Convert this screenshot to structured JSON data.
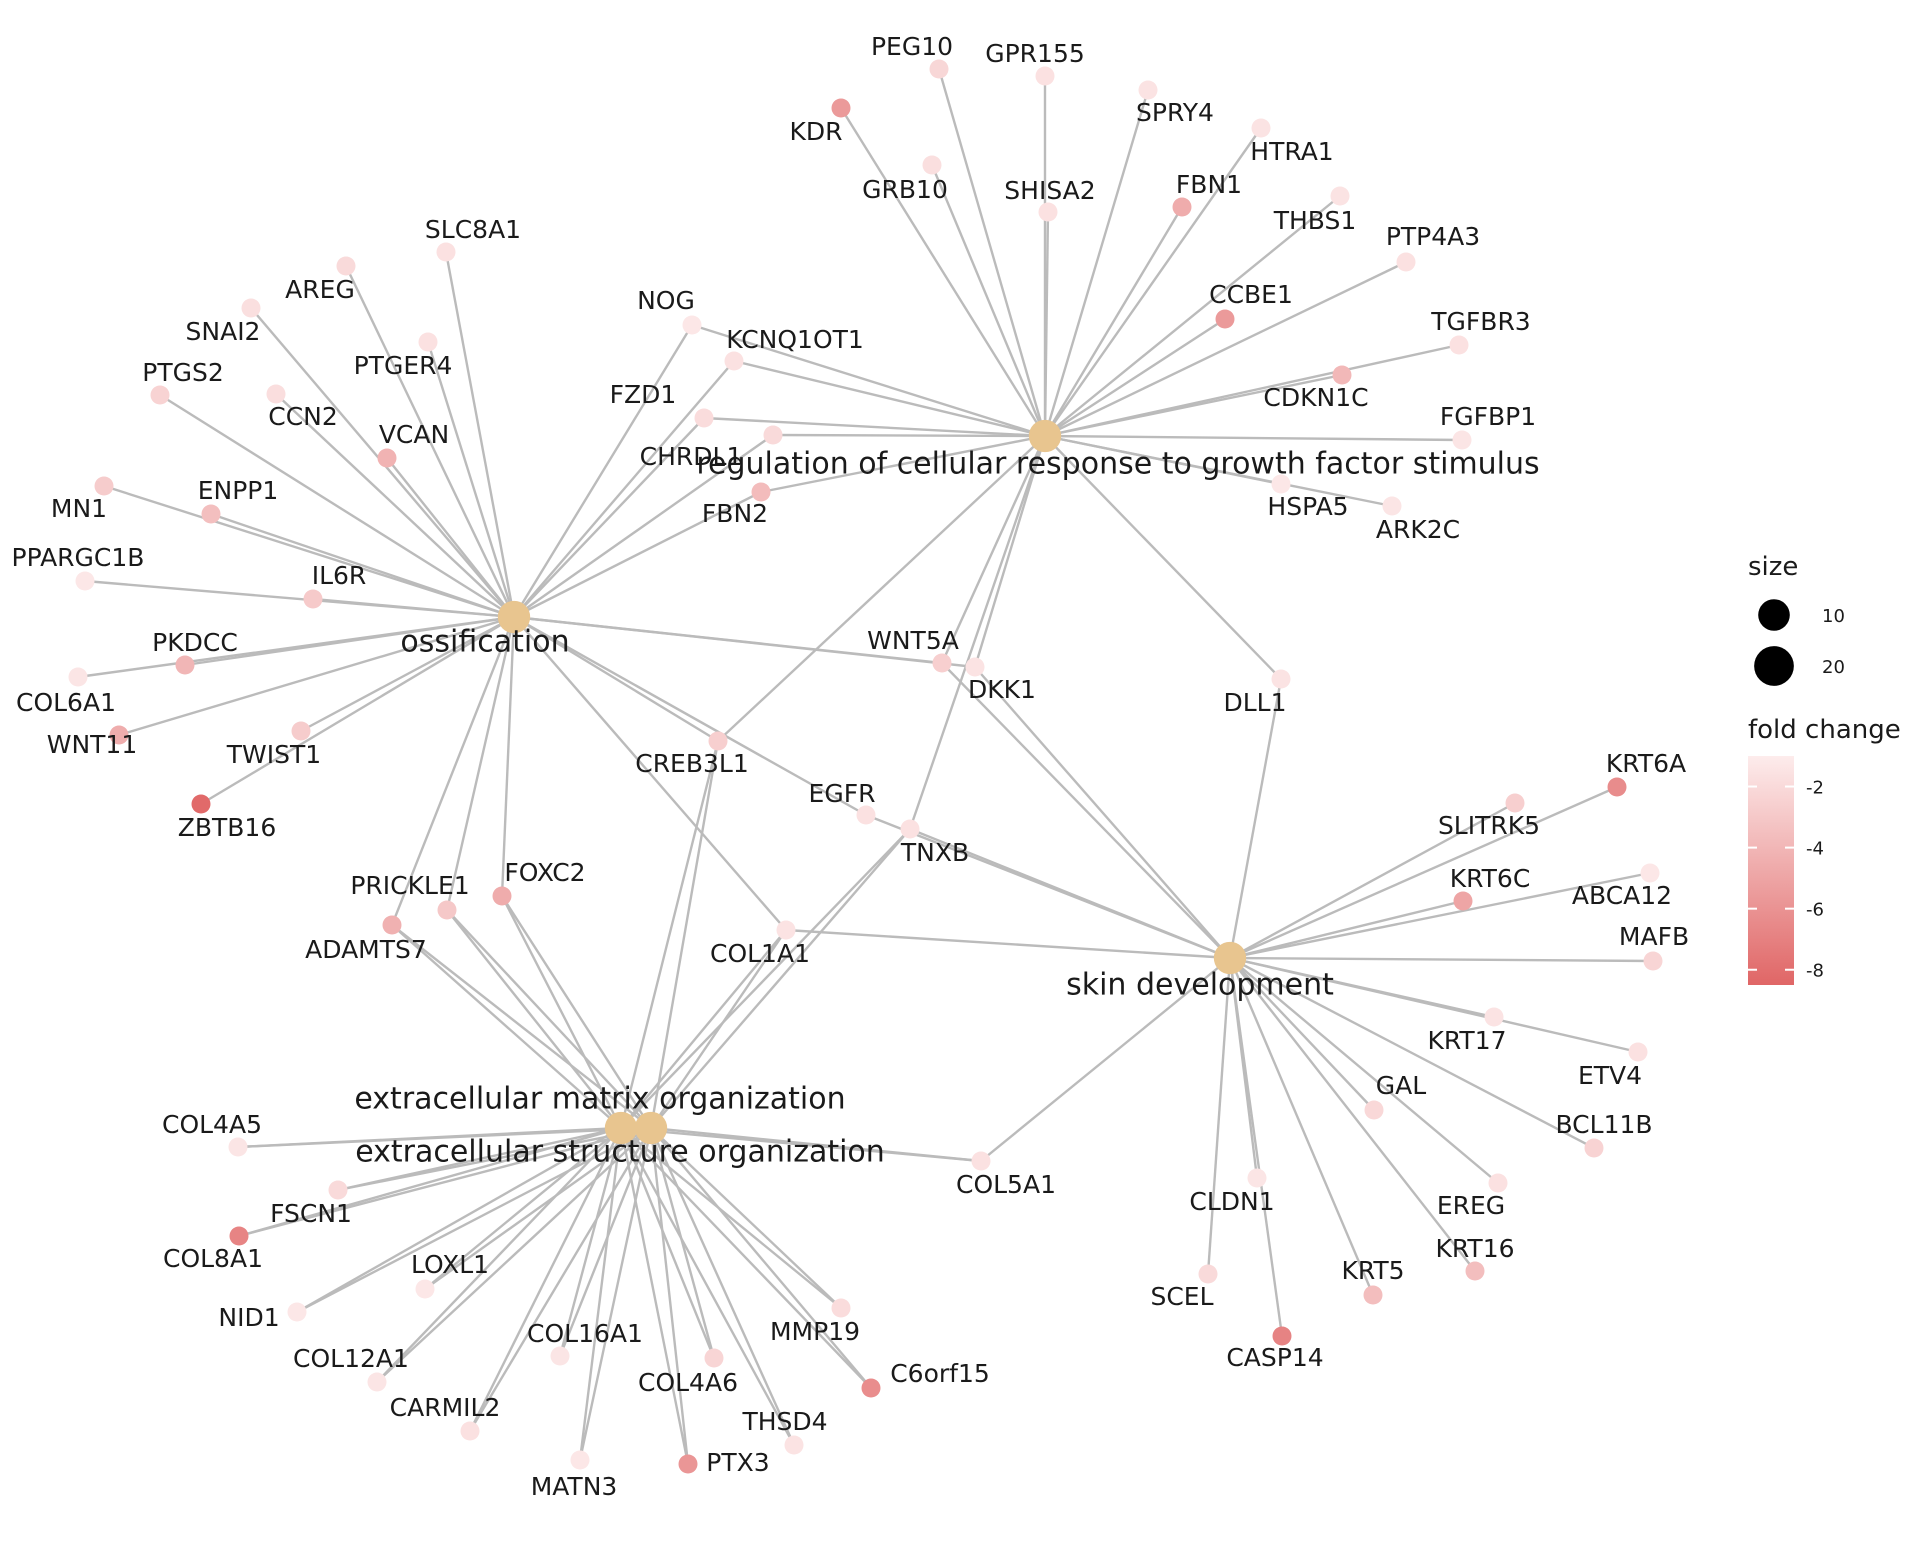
{
  "legend": {
    "size_title": "size",
    "size_items": [
      {
        "label": "10",
        "size": 10
      },
      {
        "label": "20",
        "size": 20
      }
    ],
    "color_title": "fold change",
    "color_min": -8.5,
    "color_max": -1,
    "color_ticks": [
      {
        "label": "-2",
        "value": -2
      },
      {
        "label": "-4",
        "value": -4
      },
      {
        "label": "-6",
        "value": -6
      },
      {
        "label": "-8",
        "value": -8
      }
    ],
    "color_low": "#E06666",
    "color_high": "#FDECEC",
    "term_color": "#E8C58F",
    "edge_color": "#BBBBBB"
  },
  "terms": [
    {
      "id": "ossification",
      "label": "ossification",
      "size": 24
    },
    {
      "id": "growth",
      "label": "regulation of cellular response to growth factor stimulus",
      "size": 24
    },
    {
      "id": "skin",
      "label": "skin development",
      "size": 24
    },
    {
      "id": "ecm",
      "label": "extracellular matrix organization",
      "size": 24
    },
    {
      "id": "ecs",
      "label": "extracellular structure organization",
      "size": 24
    }
  ],
  "genes": [
    {
      "label": "SLC8A1",
      "fc": -1.6,
      "terms": [
        "ossification"
      ]
    },
    {
      "label": "AREG",
      "fc": -2.0,
      "terms": [
        "ossification"
      ]
    },
    {
      "label": "SNAI2",
      "fc": -1.7,
      "terms": [
        "ossification"
      ]
    },
    {
      "label": "PTGER4",
      "fc": -1.6,
      "terms": [
        "ossification"
      ]
    },
    {
      "label": "PTGS2",
      "fc": -2.4,
      "terms": [
        "ossification"
      ]
    },
    {
      "label": "CCN2",
      "fc": -1.8,
      "terms": [
        "ossification"
      ]
    },
    {
      "label": "VCAN",
      "fc": -4.2,
      "terms": [
        "ossification"
      ]
    },
    {
      "label": "MN1",
      "fc": -2.8,
      "terms": [
        "ossification"
      ]
    },
    {
      "label": "ENPP1",
      "fc": -3.5,
      "terms": [
        "ossification"
      ]
    },
    {
      "label": "PPARGC1B",
      "fc": -1.3,
      "terms": [
        "ossification"
      ]
    },
    {
      "label": "IL6R",
      "fc": -2.9,
      "terms": [
        "ossification"
      ]
    },
    {
      "label": "PKDCC",
      "fc": -4.0,
      "terms": [
        "ossification"
      ]
    },
    {
      "label": "COL6A1",
      "fc": -1.4,
      "terms": [
        "ossification"
      ]
    },
    {
      "label": "WNT11",
      "fc": -4.5,
      "terms": [
        "ossification"
      ]
    },
    {
      "label": "TWIST1",
      "fc": -2.8,
      "terms": [
        "ossification"
      ]
    },
    {
      "label": "ZBTB16",
      "fc": -8.3,
      "terms": [
        "ossification"
      ]
    },
    {
      "label": "NOG",
      "fc": -1.3,
      "terms": [
        "ossification",
        "growth"
      ]
    },
    {
      "label": "KCNQ1OT1",
      "fc": -1.6,
      "terms": [
        "ossification",
        "growth"
      ]
    },
    {
      "label": "FZD1",
      "fc": -1.9,
      "terms": [
        "ossification",
        "growth"
      ]
    },
    {
      "label": "CHRDL1",
      "fc": -2.0,
      "terms": [
        "ossification",
        "growth"
      ]
    },
    {
      "label": "FBN2",
      "fc": -3.7,
      "terms": [
        "ossification",
        "growth"
      ]
    },
    {
      "label": "WNT5A",
      "fc": -2.6,
      "terms": [
        "ossification",
        "growth",
        "skin"
      ]
    },
    {
      "label": "DKK1",
      "fc": -1.5,
      "terms": [
        "ossification",
        "growth",
        "skin"
      ]
    },
    {
      "label": "CREB3L1",
      "fc": -2.6,
      "terms": [
        "ossification",
        "growth",
        "ecm",
        "ecs"
      ]
    },
    {
      "label": "EGFR",
      "fc": -1.6,
      "terms": [
        "ossification",
        "skin"
      ]
    },
    {
      "label": "TNXB",
      "fc": -1.6,
      "terms": [
        "growth",
        "skin",
        "ecm",
        "ecs"
      ]
    },
    {
      "label": "COL1A1",
      "fc": -1.5,
      "terms": [
        "ossification",
        "skin",
        "ecm",
        "ecs"
      ]
    },
    {
      "label": "PRICKLE1",
      "fc": -3.0,
      "terms": [
        "ossification",
        "ecm",
        "ecs"
      ]
    },
    {
      "label": "FOXC2",
      "fc": -4.6,
      "terms": [
        "ossification",
        "ecm",
        "ecs"
      ]
    },
    {
      "label": "ADAMTS7",
      "fc": -4.3,
      "terms": [
        "ossification",
        "ecm",
        "ecs"
      ]
    },
    {
      "label": "PEG10",
      "fc": -2.2,
      "terms": [
        "growth"
      ]
    },
    {
      "label": "GPR155",
      "fc": -1.6,
      "terms": [
        "growth"
      ]
    },
    {
      "label": "SPRY4",
      "fc": -1.5,
      "terms": [
        "growth"
      ]
    },
    {
      "label": "KDR",
      "fc": -5.6,
      "terms": [
        "growth"
      ]
    },
    {
      "label": "HTRA1",
      "fc": -1.5,
      "terms": [
        "growth"
      ]
    },
    {
      "label": "GRB10",
      "fc": -1.7,
      "terms": [
        "growth"
      ]
    },
    {
      "label": "SHISA2",
      "fc": -1.6,
      "terms": [
        "growth"
      ]
    },
    {
      "label": "FBN1",
      "fc": -4.6,
      "terms": [
        "growth"
      ]
    },
    {
      "label": "THBS1",
      "fc": -1.5,
      "terms": [
        "growth"
      ]
    },
    {
      "label": "PTP4A3",
      "fc": -1.6,
      "terms": [
        "growth"
      ]
    },
    {
      "label": "CCBE1",
      "fc": -5.6,
      "terms": [
        "growth"
      ]
    },
    {
      "label": "TGFBR3",
      "fc": -1.6,
      "terms": [
        "growth"
      ]
    },
    {
      "label": "CDKN1C",
      "fc": -3.9,
      "terms": [
        "growth"
      ]
    },
    {
      "label": "FGFBP1",
      "fc": -1.4,
      "terms": [
        "growth"
      ]
    },
    {
      "label": "HSPA5",
      "fc": -1.3,
      "terms": [
        "growth"
      ]
    },
    {
      "label": "ARK2C",
      "fc": -1.4,
      "terms": [
        "growth"
      ]
    },
    {
      "label": "DLL1",
      "fc": -1.5,
      "terms": [
        "growth",
        "skin"
      ]
    },
    {
      "label": "SLITRK5",
      "fc": -2.6,
      "terms": [
        "skin"
      ]
    },
    {
      "label": "KRT6A",
      "fc": -6.4,
      "terms": [
        "skin"
      ]
    },
    {
      "label": "KRT6C",
      "fc": -5.0,
      "terms": [
        "skin"
      ]
    },
    {
      "label": "ABCA12",
      "fc": -1.3,
      "terms": [
        "skin"
      ]
    },
    {
      "label": "MAFB",
      "fc": -2.3,
      "terms": [
        "skin"
      ]
    },
    {
      "label": "KRT17",
      "fc": -1.5,
      "terms": [
        "skin"
      ]
    },
    {
      "label": "ETV4",
      "fc": -1.6,
      "terms": [
        "skin"
      ]
    },
    {
      "label": "GAL",
      "fc": -2.1,
      "terms": [
        "skin"
      ]
    },
    {
      "label": "BCL11B",
      "fc": -2.4,
      "terms": [
        "skin"
      ]
    },
    {
      "label": "EREG",
      "fc": -1.6,
      "terms": [
        "skin"
      ]
    },
    {
      "label": "CLDN1",
      "fc": -1.4,
      "terms": [
        "skin"
      ]
    },
    {
      "label": "KRT16",
      "fc": -3.6,
      "terms": [
        "skin"
      ]
    },
    {
      "label": "SCEL",
      "fc": -2.0,
      "terms": [
        "skin"
      ]
    },
    {
      "label": "KRT5",
      "fc": -3.6,
      "terms": [
        "skin"
      ]
    },
    {
      "label": "CASP14",
      "fc": -6.9,
      "terms": [
        "skin"
      ]
    },
    {
      "label": "COL5A1",
      "fc": -1.6,
      "terms": [
        "skin",
        "ecm",
        "ecs"
      ]
    },
    {
      "label": "COL4A5",
      "fc": -1.4,
      "terms": [
        "ecm",
        "ecs"
      ]
    },
    {
      "label": "FSCN1",
      "fc": -2.0,
      "terms": [
        "ecm",
        "ecs"
      ]
    },
    {
      "label": "COL8A1",
      "fc": -6.8,
      "terms": [
        "ecm",
        "ecs"
      ]
    },
    {
      "label": "LOXL1",
      "fc": -1.3,
      "terms": [
        "ecm",
        "ecs"
      ]
    },
    {
      "label": "NID1",
      "fc": -1.3,
      "terms": [
        "ecm",
        "ecs"
      ]
    },
    {
      "label": "COL12A1",
      "fc": -1.4,
      "terms": [
        "ecm",
        "ecs"
      ]
    },
    {
      "label": "COL16A1",
      "fc": -1.4,
      "terms": [
        "ecm",
        "ecs"
      ]
    },
    {
      "label": "MMP19",
      "fc": -1.9,
      "terms": [
        "ecm",
        "ecs"
      ]
    },
    {
      "label": "CARMIL2",
      "fc": -1.6,
      "terms": [
        "ecm",
        "ecs"
      ]
    },
    {
      "label": "COL4A6",
      "fc": -2.3,
      "terms": [
        "ecm",
        "ecs"
      ]
    },
    {
      "label": "C6orf15",
      "fc": -6.3,
      "terms": [
        "ecm",
        "ecs"
      ]
    },
    {
      "label": "THSD4",
      "fc": -1.5,
      "terms": [
        "ecm",
        "ecs"
      ]
    },
    {
      "label": "MATN3",
      "fc": -1.3,
      "terms": [
        "ecm",
        "ecs"
      ]
    },
    {
      "label": "PTX3",
      "fc": -5.8,
      "terms": [
        "ecm",
        "ecs"
      ]
    }
  ]
}
